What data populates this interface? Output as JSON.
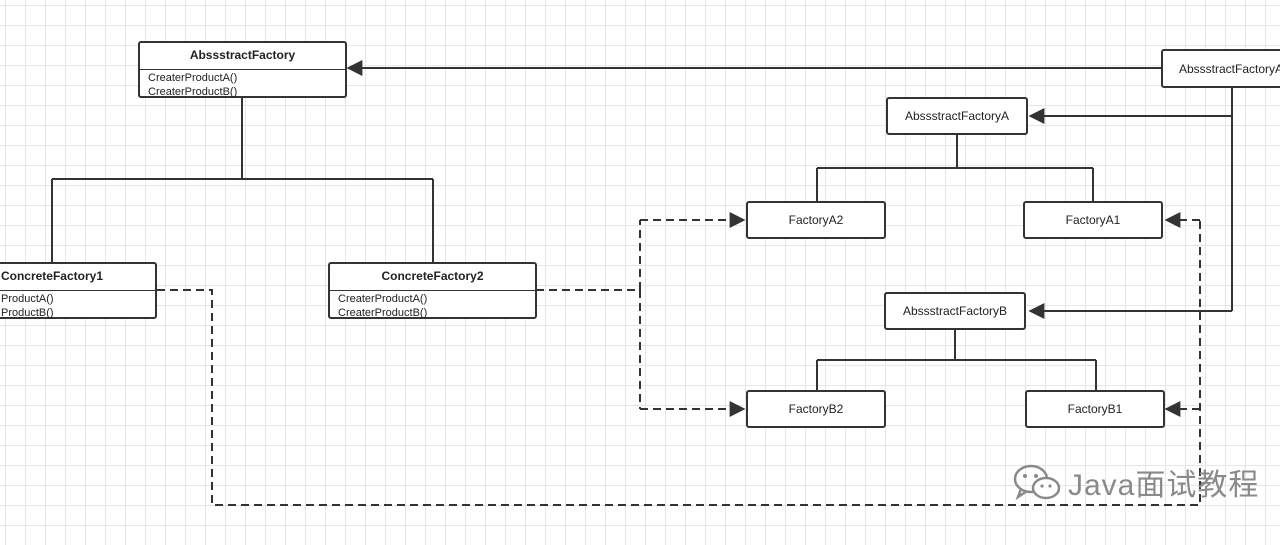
{
  "diagram": {
    "abstract_factory": {
      "title": "AbssstractFactory",
      "methods": [
        "CreaterProductA()",
        "CreaterProductB()"
      ]
    },
    "concrete_factory_1": {
      "title": "ConcreteFactory1",
      "methods": [
        "ProductA()",
        "ProductB()"
      ]
    },
    "concrete_factory_2": {
      "title": "ConcreteFactory2",
      "methods": [
        "CreaterProductA()",
        "CreaterProductB()"
      ]
    },
    "abstract_factory_a_top": {
      "label": "AbssstractFactoryA"
    },
    "abstract_factory_a": {
      "label": "AbssstractFactoryA"
    },
    "abstract_factory_b": {
      "label": "AbssstractFactoryB"
    },
    "factory_a2": {
      "label": "FactoryA2"
    },
    "factory_a1": {
      "label": "FactoryA1"
    },
    "factory_b2": {
      "label": "FactoryB2"
    },
    "factory_b1": {
      "label": "FactoryB1"
    }
  },
  "watermark": {
    "text": "Java面试教程",
    "icon": "wechat-icon"
  },
  "colors": {
    "line": "#333333",
    "grid": "#e6e6e6",
    "watermark": "#8a8a8a"
  }
}
